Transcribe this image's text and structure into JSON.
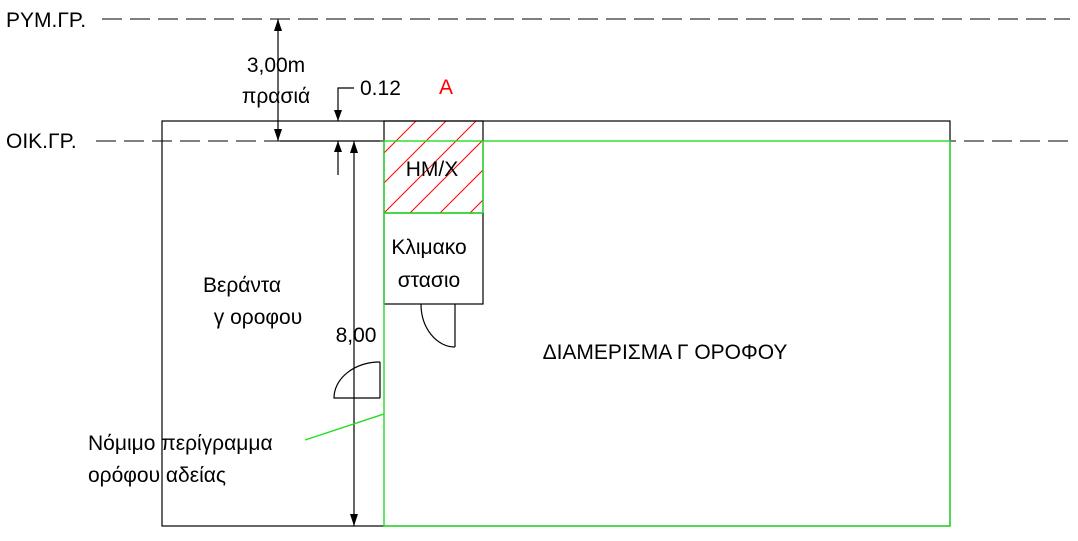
{
  "lines": {
    "rym_gr": "ΡΥΜ.ΓΡ.",
    "oik_gr": "ΟΙΚ.ΓΡ."
  },
  "setback": {
    "value": "3,00m",
    "label": "πρασιά"
  },
  "offset_dim": "0.12",
  "marker_a": "A",
  "rooms": {
    "wc": "ΗΜ/Χ",
    "stair_line1": "Κλιμακο",
    "stair_line2": "στασιο",
    "veranda_line1": "Βεράντα",
    "veranda_line2": "γ οροφου",
    "apartment": "ΔΙΑΜΕΡΙΣΜΑ Γ ΟΡΟΦΟΥ"
  },
  "depth_dim": "8,00",
  "legal_outline": {
    "line1": "Νόμιμο περίγραμμα",
    "line2": "ορόφου αδείας"
  },
  "colors": {
    "legal_outline": "#22dd22",
    "hatch": "#ff0000"
  }
}
